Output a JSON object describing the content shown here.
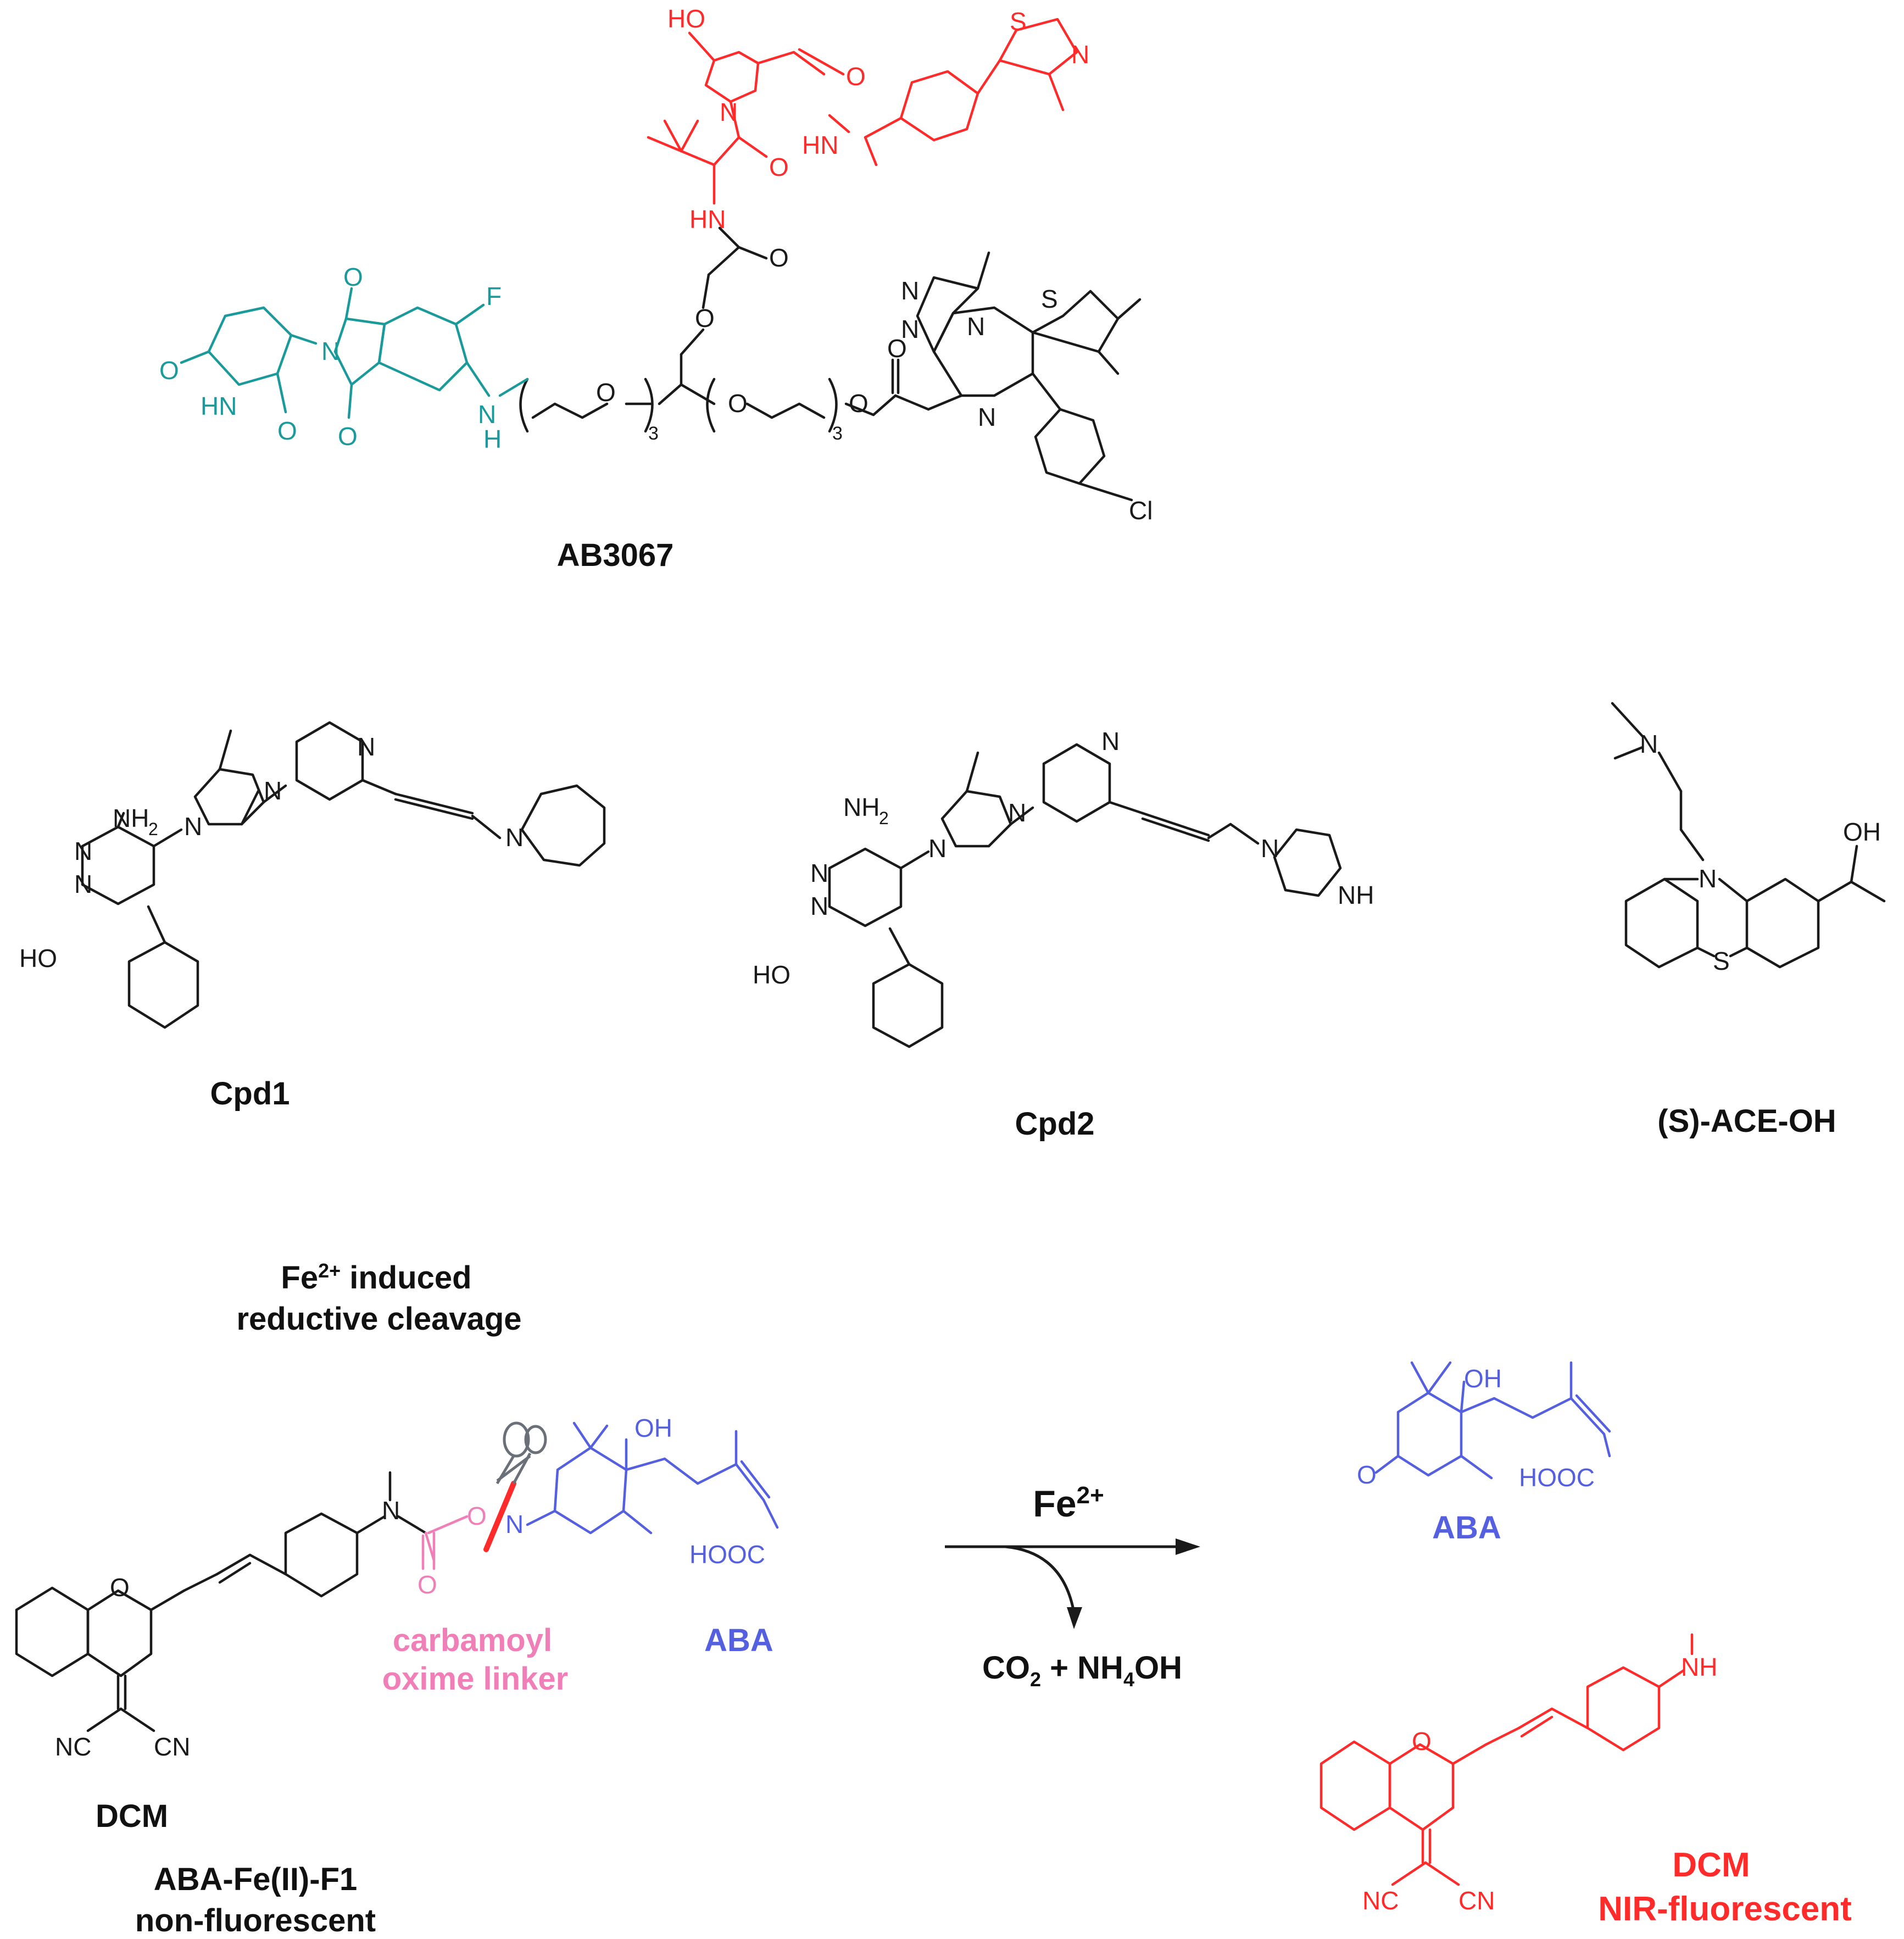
{
  "colors": {
    "black": "#1a1a1a",
    "red": "#ff2a2a",
    "teal": "#1a9a9a",
    "blue": "#5560e0",
    "pink": "#f07fb8",
    "gray": "#6a6f78"
  },
  "compounds": {
    "ab3067": "AB3067",
    "cpd1": "Cpd1",
    "cpd2": "Cpd2",
    "ace_oh": "(S)-ACE-OH"
  },
  "scheme": {
    "condition_line1_pre": "Fe",
    "condition_line1_sup": "2+",
    "condition_line1_post": " induced",
    "condition_line2": "reductive cleavage",
    "reagent_main": "Fe",
    "reagent_sup": "2+",
    "byproduct_co": "CO",
    "byproduct_co_sub": "2",
    "byproduct_mid": " + NH",
    "byproduct_nh_sub": "4",
    "byproduct_end": "OH",
    "linker_line1": "carbamoyl",
    "linker_line2": "oxime linker",
    "aba_left": "ABA",
    "aba_right": "ABA",
    "dcm_left": "DCM",
    "probe_name": "ABA-Fe(II)-F1",
    "probe_state": "non-fluorescent",
    "dcm_right": "DCM",
    "dcm_right_state": "NIR-fluorescent"
  },
  "atom_labels": {
    "ho": "HO",
    "oh": "OH",
    "o": "O",
    "n": "N",
    "s": "S",
    "f": "F",
    "cl": "Cl",
    "hn": "HN",
    "nh": "NH",
    "nh2": "NH",
    "sub2": "2",
    "h": "H",
    "repeat": "3",
    "nc": "NC",
    "cn": "CN",
    "hooc": "HOOC"
  }
}
